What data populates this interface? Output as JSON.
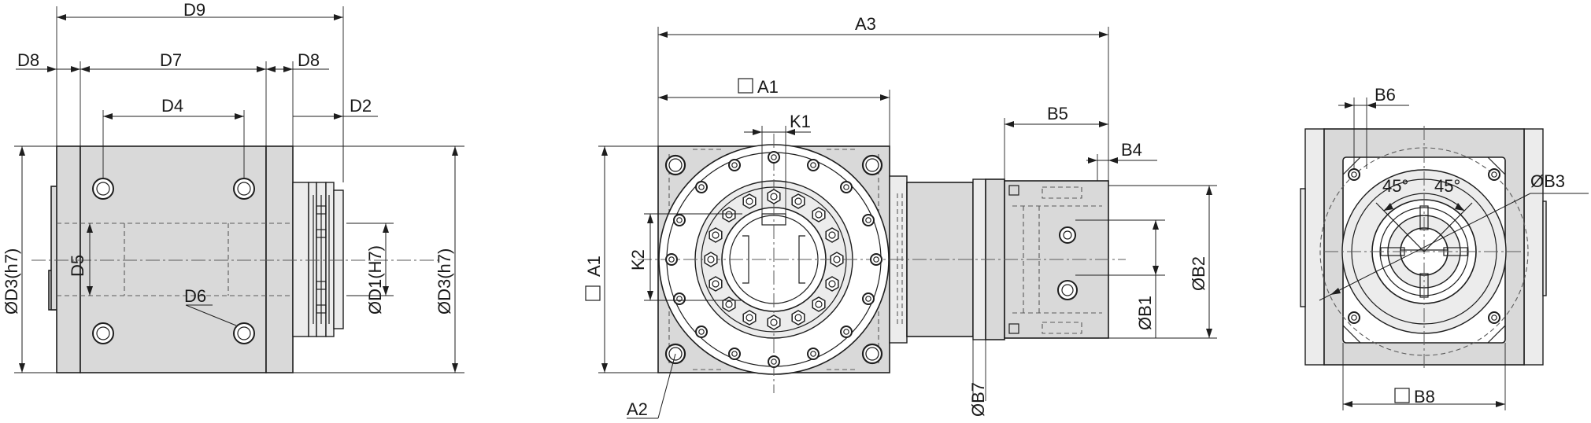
{
  "diagram": {
    "views": [
      {
        "name": "side-view",
        "labels": {
          "d9": "D9",
          "d8_left": "D8",
          "d7": "D7",
          "d8_right": "D8",
          "d4": "D4",
          "d2": "D2",
          "d5": "D5",
          "d6": "D6",
          "d3_left": "ØD3(h7)",
          "d1": "ØD1(H7)",
          "d3_right": "ØD3(h7)"
        }
      },
      {
        "name": "front-view",
        "labels": {
          "a3": "A3",
          "a1_top": "A1",
          "k1": "K1",
          "b5": "B5",
          "b4": "B4",
          "k2": "K2",
          "a1_left": "A1",
          "a2": "A2",
          "b7": "ØB7",
          "b1": "ØB1",
          "b2": "ØB2"
        }
      },
      {
        "name": "end-view",
        "labels": {
          "b6": "B6",
          "b3": "ØB3",
          "angle_left": "45°",
          "angle_right": "45°",
          "b8": "B8"
        }
      }
    ]
  }
}
